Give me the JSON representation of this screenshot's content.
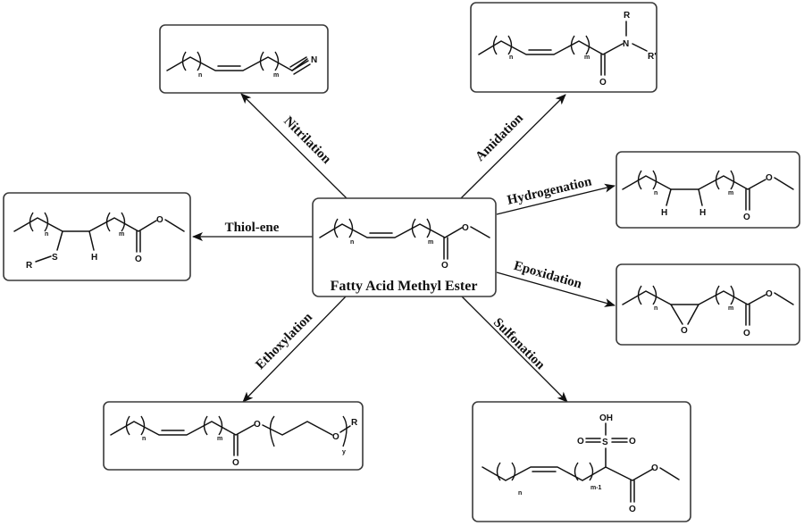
{
  "center": {
    "title": "Fatty Acid Methyl Ester",
    "subscripts": [
      "n",
      "m"
    ],
    "atoms": [
      "O",
      "O"
    ]
  },
  "reactions": [
    {
      "name": "Nitrilation",
      "product": {
        "subscripts": [
          "n",
          "m"
        ],
        "atoms": [
          "N"
        ]
      }
    },
    {
      "name": "Amidation",
      "product": {
        "subscripts": [
          "n",
          "m"
        ],
        "atoms": [
          "O",
          "N",
          "R",
          "R'"
        ]
      }
    },
    {
      "name": "Hydrogenation",
      "product": {
        "subscripts": [
          "n",
          "m"
        ],
        "atoms": [
          "H",
          "H",
          "O",
          "O"
        ]
      }
    },
    {
      "name": "Epoxidation",
      "product": {
        "subscripts": [
          "n",
          "m"
        ],
        "atoms": [
          "O",
          "O",
          "O"
        ]
      }
    },
    {
      "name": "Sulfonation",
      "product": {
        "subscripts": [
          "n",
          "m-1"
        ],
        "atoms": [
          "OH",
          "O",
          "S",
          "O",
          "O",
          "O"
        ]
      }
    },
    {
      "name": "Ethoxylation",
      "product": {
        "subscripts": [
          "n",
          "m",
          "y"
        ],
        "atoms": [
          "O",
          "O",
          "O",
          "R"
        ]
      }
    },
    {
      "name": "Thiol-ene",
      "product": {
        "subscripts": [
          "n",
          "m"
        ],
        "atoms": [
          "R",
          "S",
          "H",
          "O",
          "O"
        ]
      }
    }
  ]
}
